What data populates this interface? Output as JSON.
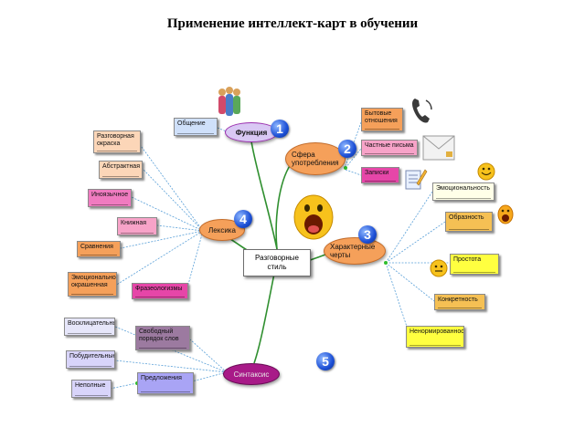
{
  "title": "Применение интеллект-карт в обучении",
  "center": {
    "line1": "Разговорные",
    "line2": "стиль"
  },
  "branches": {
    "funkciya": "Функция",
    "sfera": {
      "line1": "Сфера",
      "line2": "употребления"
    },
    "leksika": "Лексика",
    "harakter": {
      "line1": "Характерные",
      "line2": "черты"
    },
    "sintaksis": "Синтаксис"
  },
  "badges": [
    "1",
    "2",
    "3",
    "4",
    "5"
  ],
  "nodes": {
    "obshchenie": "Общение",
    "bytovye": {
      "line1": "Бытовые",
      "line2": "отношения"
    },
    "chastnye": "Частные письма",
    "zapiski": "Записки",
    "razgovornaya": {
      "line1": "Разговорная",
      "line2": "окраска"
    },
    "abstraktnaya": "Абстрактная",
    "inoyazychnye": "Иноязычное",
    "knizhnaya": "Книжная",
    "sravneniya": "Сравнения",
    "emocionalno": {
      "line1": "Эмоционально-",
      "line2": "окрашенная"
    },
    "frazeologizmy": "Фразеологизмы",
    "emocionalnost": "Эмоциональность",
    "obraznost": "Образность",
    "prostota": "Простота",
    "konkretnost": "Конкретность",
    "nenormirovannost": "Ненормированность",
    "vosklicatelnye": "Восклицательные",
    "svobodnyy": {
      "line1": "Свободный",
      "line2": "порядок слов"
    },
    "pobuditelnye": "Побудительные",
    "predlozheniya": "Предложения",
    "nepolnye": "Неполные"
  },
  "icons": [
    "people-icon",
    "phone-icon",
    "envelope-icon",
    "notepad-icon",
    "smiley-shouting-icon",
    "smiley-happy-icon",
    "smiley-scared-icon",
    "smiley-neutral-icon"
  ]
}
